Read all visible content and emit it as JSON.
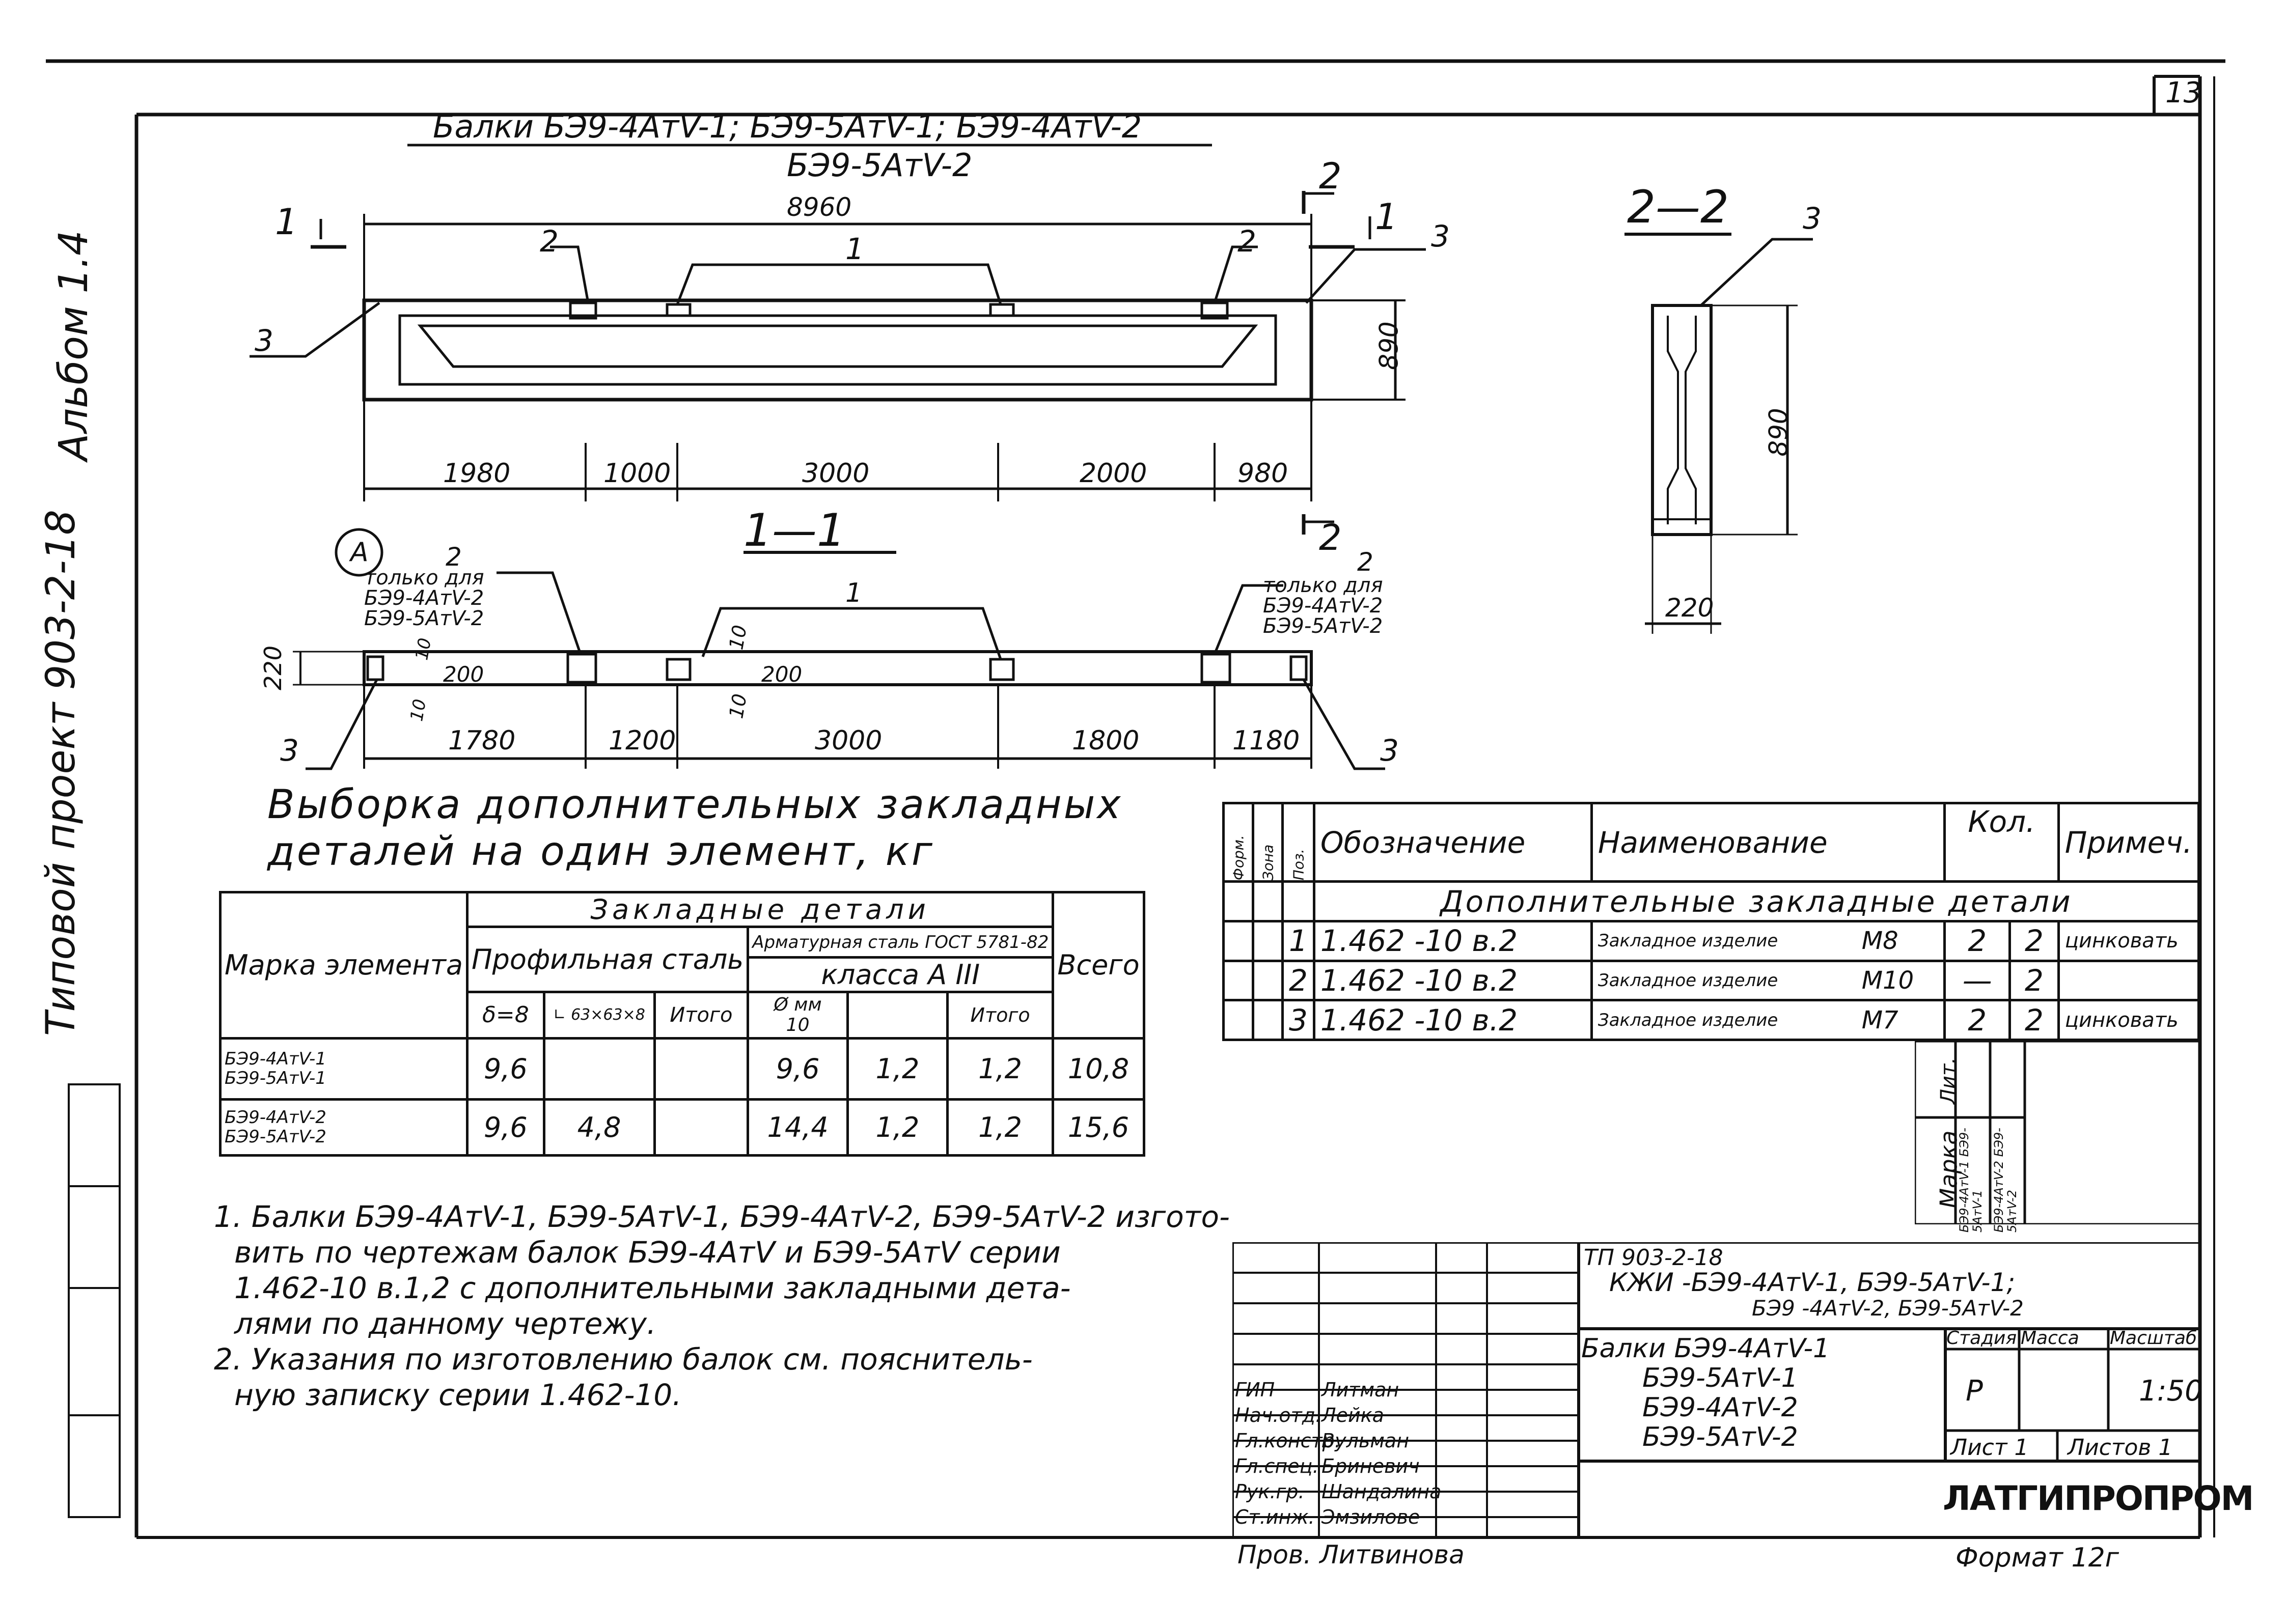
{
  "sheet_number": "13",
  "side": {
    "album": "Альбом 1.4",
    "project": "Типовой проект 903-2-18"
  },
  "drawing": {
    "title_line1": "Балки БЭ9-4АтV-1; БЭ9-5АтV-1; БЭ9-4АтV-2",
    "title_line2": "БЭ9-5АтV-2",
    "overall_length": "8960",
    "height": "890",
    "elevation_dims": [
      "1980",
      "1000",
      "3000",
      "2000",
      "980"
    ],
    "plan_dims": [
      "1780",
      "1200",
      "3000",
      "1800",
      "1180"
    ],
    "plan_width": "220",
    "dim_200a": "200",
    "dim_200b": "200",
    "dim_10a": "10",
    "dim_10b": "10",
    "dim_10c": "10",
    "dim_10d": "10",
    "callout_1": "1",
    "callout_2": "2",
    "callout_3": "3",
    "section_1": "1",
    "section_2": "2",
    "section_1_1": "1—1",
    "section_2_2": "2—2",
    "section_2_2_width": "220",
    "section_2_2_height": "890",
    "circle_label": "A",
    "note_only_for": "только для",
    "note_marks": [
      "БЭ9-4АтV-2",
      "БЭ9-5АтV-2"
    ]
  },
  "selection": {
    "title_line1": "Выборка дополнительных закладных",
    "title_line2": "деталей на один элемент, кг",
    "header": {
      "group": "Закладные детали",
      "mark": "Марка элемента",
      "profile_steel": "Профильная сталь",
      "total": "Итого",
      "rebar_steel": "Арматурная сталь ГОСТ 5781-82",
      "class": "класса А III",
      "diam": "Ø мм",
      "diam_10": "10",
      "rebar_total": "Итого",
      "grand_total": "Всего",
      "delta8": "δ=8",
      "angle": "∟ 63×63×8"
    },
    "rows": [
      {
        "marks": [
          "БЭ9-4АтV-1",
          "БЭ9-5АтV-1"
        ],
        "d8": "9,6",
        "angle": "",
        "total": "9,6",
        "d10": "1,2",
        "rtotal": "1,2",
        "all": "10,8"
      },
      {
        "marks": [
          "БЭ9-4АтV-2",
          "БЭ9-5АтV-2"
        ],
        "d8": "9,6",
        "angle": "4,8",
        "total": "14,4",
        "d10": "1,2",
        "rtotal": "1,2",
        "all": "15,6"
      }
    ]
  },
  "spec": {
    "headers": {
      "format": "Форм.",
      "zone": "Зона",
      "pos": "Поз.",
      "designation": "Обозначение",
      "name": "Наименование",
      "qty": "Кол.",
      "note": "Примеч."
    },
    "section": "Дополнительные закладные детали",
    "rows": [
      {
        "pos": "1",
        "designation": "1.462 -10 в.2",
        "name": "Закладное изделие",
        "code": "М8",
        "q1": "2",
        "q2": "2",
        "note": "цинковать"
      },
      {
        "pos": "2",
        "designation": "1.462 -10 в.2",
        "name": "Закладное изделие",
        "code": "М10",
        "q1": "—",
        "q2": "2",
        "note": ""
      },
      {
        "pos": "3",
        "designation": "1.462 -10 в.2",
        "name": "Закладное изделие",
        "code": "М7",
        "q1": "2",
        "q2": "2",
        "note": "цинковать"
      }
    ],
    "lit": "Лит.",
    "marka": "Марка",
    "marka_cols": [
      "БЭ9-4АтV-1 БЭ9-5АтV-1",
      "БЭ9-4АтV-2 БЭ9-5АтV-2"
    ]
  },
  "notes": [
    "1. Балки БЭ9-4АтV-1, БЭ9-5АтV-1, БЭ9-4АтV-2, БЭ9-5АтV-2 изгото-",
    "вить по чертежам балок БЭ9-4АтV и БЭ9-5АтV серии",
    "1.462-10 в.1,2 с дополнительными закладными дета-",
    "лями по данному чертежу.",
    "2. Указания по изготовлению балок см. пояснитель-",
    "ную записку серии 1.462-10."
  ],
  "title_block": {
    "code": "ТП 903-2-18",
    "code_line2": "КЖИ -БЭ9-4АтV-1, БЭ9-5АтV-1;",
    "code_line3": "БЭ9 -4АтV-2, БЭ9-5АтV-2",
    "name": [
      "Балки БЭ9-4АтV-1",
      "БЭ9-5АтV-1",
      "БЭ9-4АтV-2",
      "БЭ9-5АтV-2"
    ],
    "stage_label": "Стадия",
    "mass_label": "Масса",
    "scale_label": "Масштаб",
    "stage": "Р",
    "scale": "1:50",
    "sheet": "Лист 1",
    "sheets": "Листов 1",
    "org": "ЛАТГИПРОПРОМ",
    "format": "Формат 12г",
    "signers": [
      {
        "role": "ГИП",
        "name": "Литман"
      },
      {
        "role": "Нач.отд.",
        "name": "Лейка"
      },
      {
        "role": "Гл.констр.",
        "name": "Вульман"
      },
      {
        "role": "Гл.спец.",
        "name": "Бриневич"
      },
      {
        "role": "Рук.гр.",
        "name": "Шандалина"
      },
      {
        "role": "Ст.инж.",
        "name": "Эмзилове"
      }
    ],
    "checker_role": "Пров.",
    "checker_name": "Литвинова"
  }
}
